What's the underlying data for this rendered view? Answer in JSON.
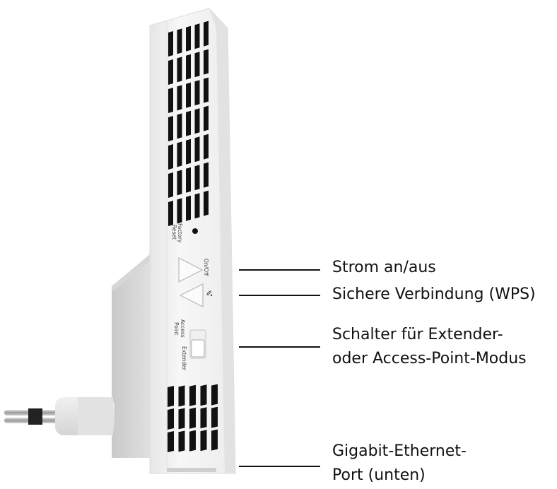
{
  "device": {
    "label_factory": "Factory",
    "label_reset": "Reset",
    "label_onoff": "On/Off",
    "label_access": "Access",
    "label_point": "Point",
    "label_extender": "Extender",
    "body_color": "#f4f4f4",
    "vent_color": "#111111"
  },
  "callouts": {
    "power": "Strom an/aus",
    "wps": "Sichere Verbindung (WPS)",
    "mode_line1": "Schalter für Extender-",
    "mode_line2": "oder Access-Point-Modus",
    "eth_line1": "Gigabit-Ethernet-",
    "eth_line2": "Port (unten)"
  }
}
